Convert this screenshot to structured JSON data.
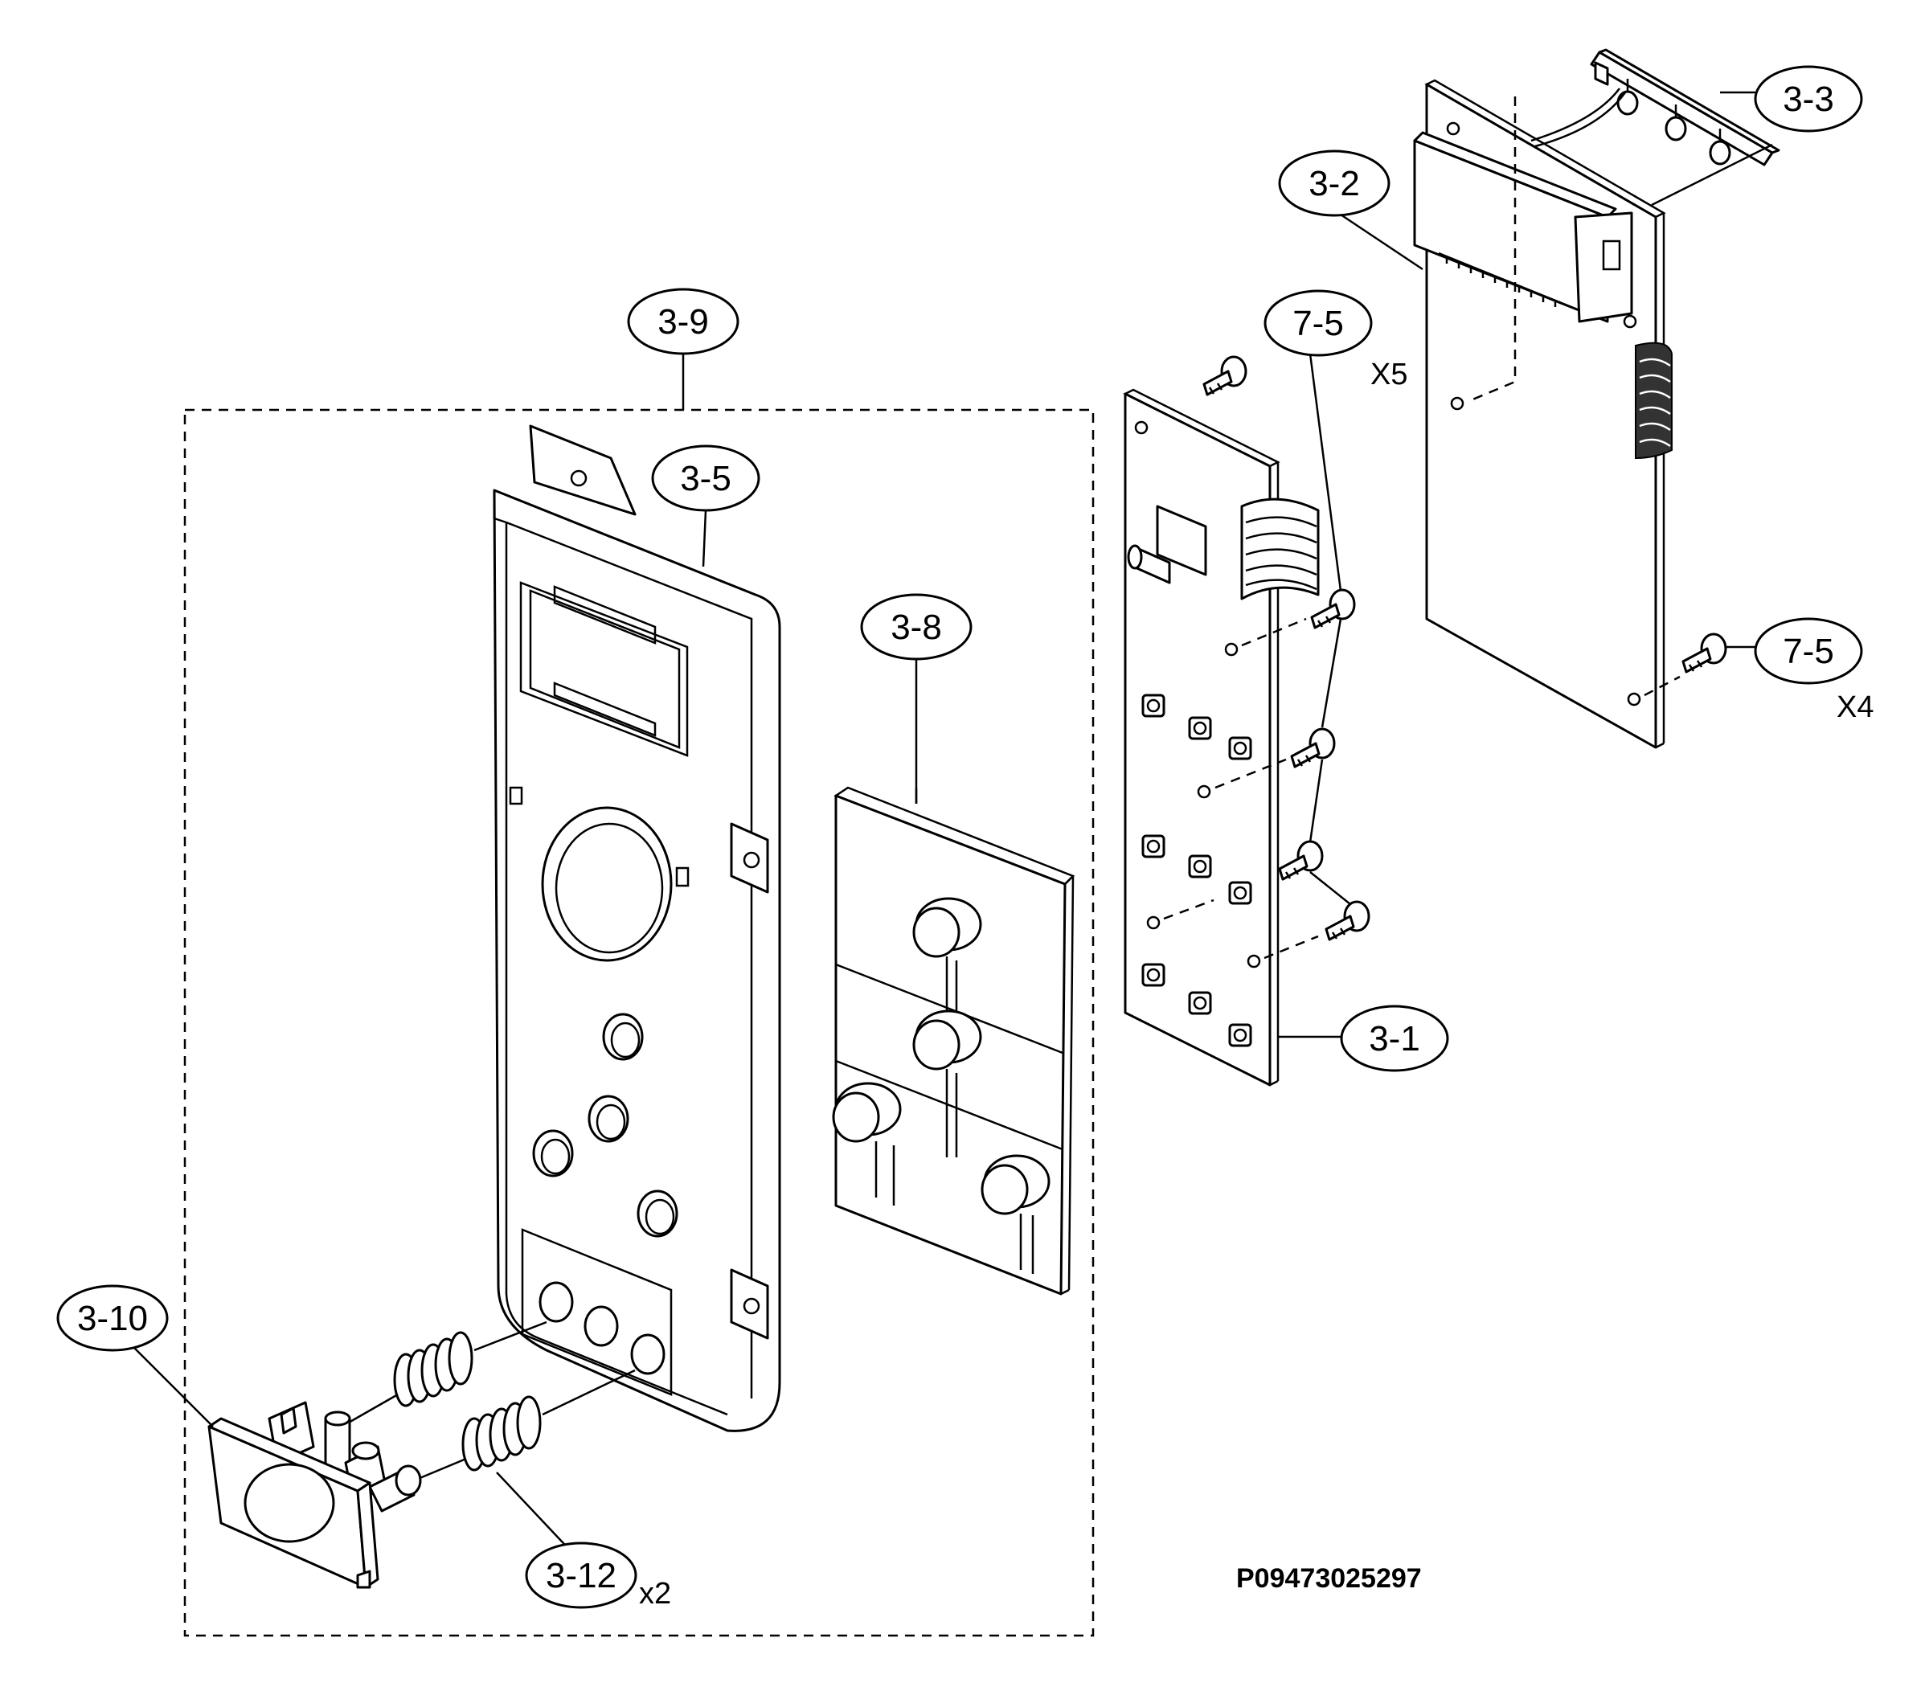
{
  "diagram": {
    "callouts": {
      "c_3_1": "3-1",
      "c_3_2": "3-2",
      "c_3_3": "3-3",
      "c_3_5": "3-5",
      "c_3_8": "3-8",
      "c_3_9": "3-9",
      "c_3_10": "3-10",
      "c_3_12": "3-12",
      "c_7_5_top": "7-5",
      "c_7_5_right": "7-5"
    },
    "quantities": {
      "q_7_5_top": "X5",
      "q_7_5_right": "X4",
      "q_3_12": "x2"
    },
    "reference_number": "P09473025297"
  }
}
